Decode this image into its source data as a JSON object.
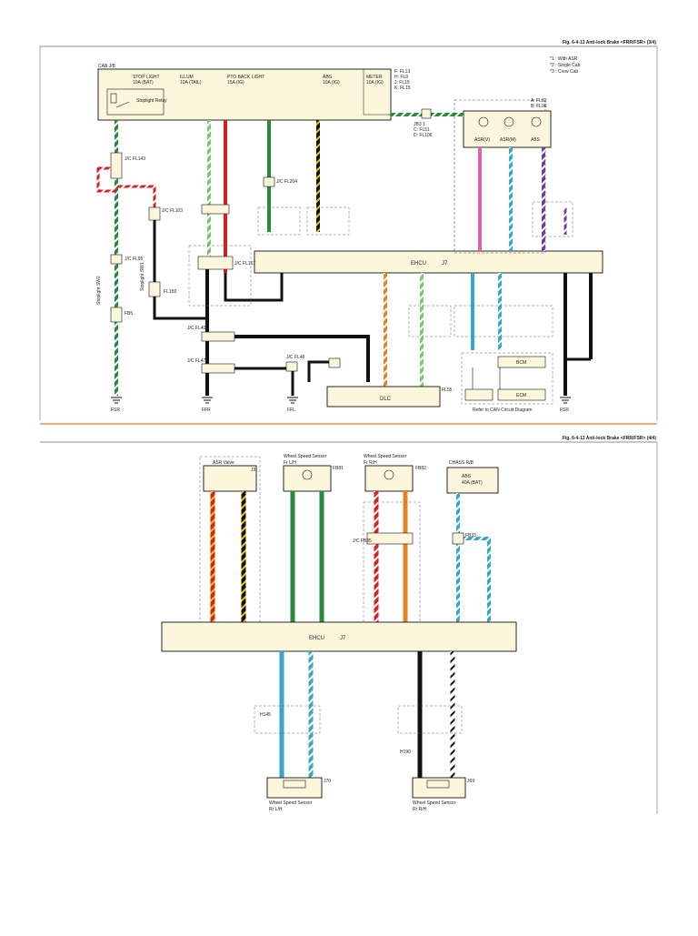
{
  "figures": [
    {
      "caption": "Fig. 6-4-13  Anti-lock Brake <FRR/FSR> (3/4)",
      "cab_jb_title": "CAB J/B",
      "fuses": [
        {
          "name": "STOP LIGHT",
          "rating": "10A (BAT)"
        },
        {
          "name": "ILLUM",
          "rating": "10A (TAIL)"
        },
        {
          "name": "PTO BACK LIGHT",
          "rating": "15A (IG)"
        },
        {
          "name": "ABS",
          "rating": "10A (IG)"
        },
        {
          "name": "METER",
          "rating": "10A (IG)"
        }
      ],
      "jb_codes": [
        "F: FL13",
        "H: FL9",
        "J: FL15",
        "K: FL15"
      ],
      "legend": [
        "*1 : With ASR",
        "*2 : Single Cab",
        "*3 : Crew Cab"
      ],
      "stoplight_relay": "Stoplight Relay",
      "stoplight_sw1": "Stoplight SW1",
      "stoplight_sw2": "Stoplight SW2",
      "ehcu_label": "EHCU",
      "ehcu_code": "J7",
      "dlc_label": "DLC",
      "dlc_code": "FL55",
      "bcm_label": "BCM",
      "ecm_label": "ECM",
      "can_note": "Refer to CAN Circuit Diagram",
      "asr_codes": [
        "A: FL82",
        "B: FL96"
      ],
      "jb_group_codes": [
        "JB3 1",
        "C: FL51",
        "D: FL106"
      ],
      "asr_relays": [
        "ASR(V)",
        "ASR(M)",
        "ABS"
      ],
      "joint_labels": [
        "J/C FL143",
        "J/C FL103",
        "J/C FL95",
        "J/C FL40",
        "J/C FL47",
        "J/C FL48",
        "J/C FL204",
        "J/C FL157",
        "FB5",
        "FL159"
      ],
      "grounds": [
        "FSR",
        "FFR",
        "FFL",
        "FSR"
      ]
    },
    {
      "caption": "Fig. 6-4-13  Anti-lock Brake <FRR/FSR> (4/4)",
      "components": [
        {
          "title": "ASR Valve",
          "code": "J3"
        },
        {
          "title": "Wheel Speed Sensor",
          "sub": "Fr L/H",
          "code": "FB81"
        },
        {
          "title": "Wheel Speed Sensor",
          "sub": "Fr R/H",
          "code": "FB82"
        },
        {
          "title": "CHASS R/B",
          "sub": "ABS",
          "rating": "40A (BAT)",
          "code": ""
        }
      ],
      "ehcu_label": "EHCU",
      "ehcu_code": "J7",
      "rear_sensors": [
        {
          "title": "Wheel Speed Sensor",
          "sub": "Rr L/H",
          "code": "J70"
        },
        {
          "title": "Wheel Speed Sensor",
          "sub": "Rr R/H",
          "code": "J69"
        }
      ],
      "joint_labels": [
        "J/C FB35",
        "FB33",
        "H145",
        "H190"
      ]
    }
  ],
  "colors": {
    "accent_rule": "#e07820",
    "box_fill": "#fcf7dc",
    "frame": "#111111"
  }
}
